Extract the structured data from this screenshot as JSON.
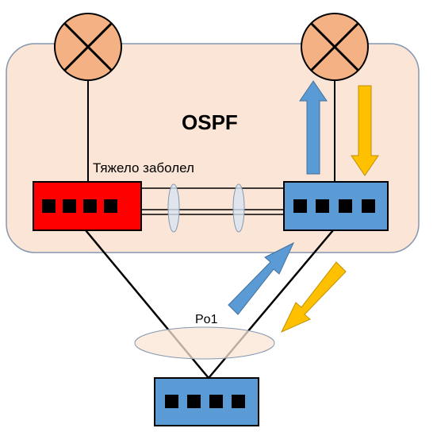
{
  "labels": {
    "area": "OSPF",
    "failing_switch_status": "Тяжело заболел",
    "port_channel": "Po1"
  },
  "colors": {
    "area_fill": "#fbe5d6",
    "area_stroke": "#8497b0",
    "router_fill": "#f4b183",
    "failing_switch": "#ff0000",
    "healthy_switch": "#5b9bd5",
    "arrow_up": "#5b9bd5",
    "arrow_down": "#ffc000",
    "po_ellipse": "#fbe5d6",
    "link_ellipse": "#dae3f3"
  },
  "icons": {
    "router": "router-icon",
    "switch": "switch-icon",
    "arrow_up": "traffic-arrow-up-icon",
    "arrow_down": "traffic-arrow-down-icon"
  }
}
